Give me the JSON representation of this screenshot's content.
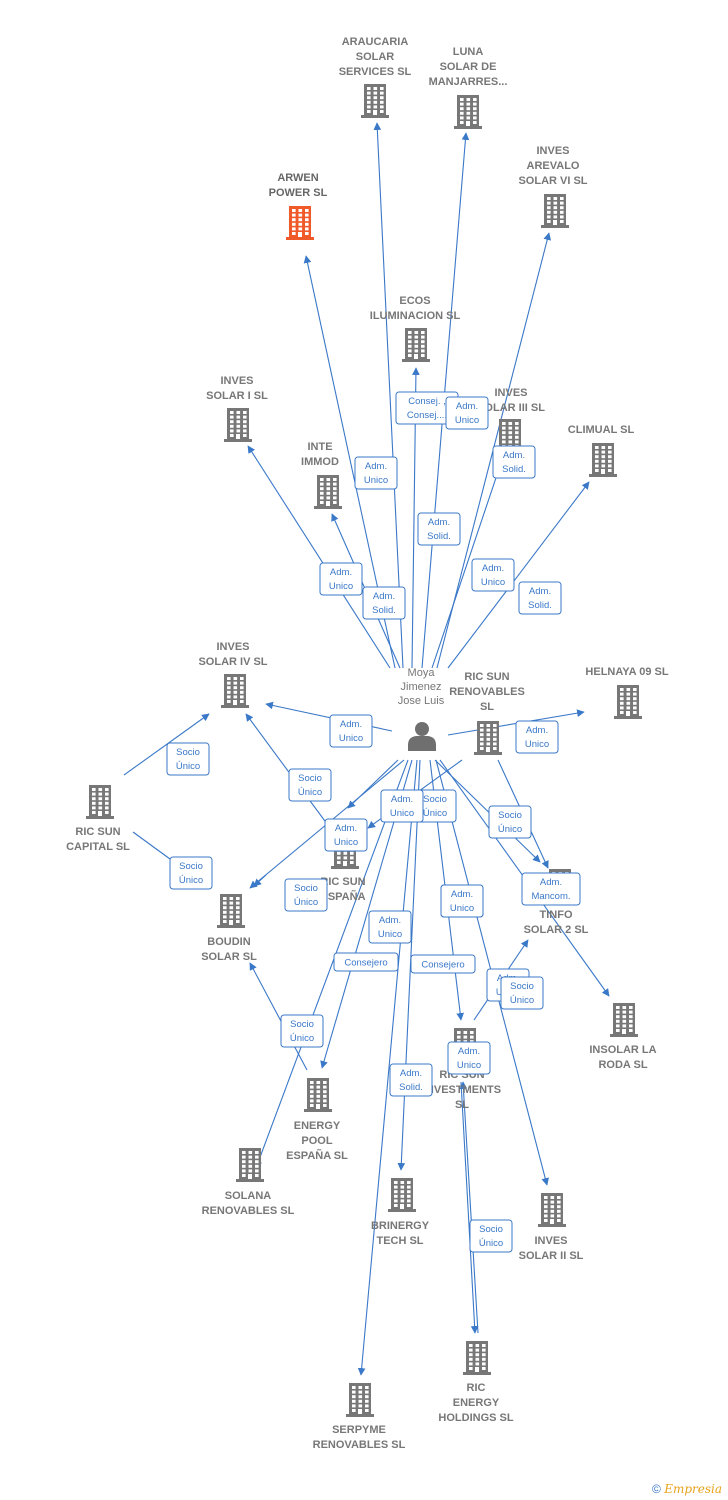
{
  "person": {
    "id": "moya",
    "lines": [
      "Moya",
      "Jimenez",
      "Jose Luis"
    ]
  },
  "companies": [
    {
      "id": "araucaria",
      "lines": [
        "ARAUCARIA",
        "SOLAR",
        "SERVICES SL"
      ],
      "highlight": false
    },
    {
      "id": "luna",
      "lines": [
        "LUNA",
        "SOLAR DE",
        "MANJARRES..."
      ],
      "highlight": false
    },
    {
      "id": "arwen",
      "lines": [
        "ARWEN",
        "POWER  SL"
      ],
      "highlight": true
    },
    {
      "id": "arevalo",
      "lines": [
        "INVES",
        "AREVALO",
        "SOLAR VI SL"
      ],
      "highlight": false
    },
    {
      "id": "ecos",
      "lines": [
        "ECOS",
        "ILUMINACION SL"
      ],
      "highlight": false
    },
    {
      "id": "inves1",
      "lines": [
        "INVES",
        "SOLAR I SL"
      ],
      "highlight": false
    },
    {
      "id": "inves3",
      "lines": [
        "INVES",
        "SOLAR III SL"
      ],
      "highlight": false
    },
    {
      "id": "climual",
      "lines": [
        "CLIMUAL SL"
      ],
      "highlight": false
    },
    {
      "id": "inte",
      "lines": [
        "INTE",
        "IMMOD"
      ],
      "highlight": false
    },
    {
      "id": "inves4",
      "lines": [
        "INVES",
        "SOLAR IV SL"
      ],
      "highlight": false
    },
    {
      "id": "ricsunren",
      "lines": [
        "RIC SUN",
        "RENOVABLES",
        "SL"
      ],
      "highlight": false
    },
    {
      "id": "helnaya",
      "lines": [
        "HELNAYA 09 SL"
      ],
      "highlight": false
    },
    {
      "id": "capital",
      "lines": [
        "RIC SUN",
        "CAPITAL  SL"
      ],
      "highlight": false
    },
    {
      "id": "espana",
      "lines": [
        "RIC SUN",
        "ESPAÑA"
      ],
      "highlight": false
    },
    {
      "id": "tinfo",
      "lines": [
        "TINFO",
        "SOLAR 2 SL"
      ],
      "highlight": false
    },
    {
      "id": "boudin",
      "lines": [
        "BOUDIN",
        "SOLAR SL"
      ],
      "highlight": false
    },
    {
      "id": "insolar",
      "lines": [
        "INSOLAR LA",
        "RODA  SL"
      ],
      "highlight": false
    },
    {
      "id": "investments",
      "lines": [
        "RIC SUN",
        "INVESTMENTS",
        "SL"
      ],
      "highlight": false
    },
    {
      "id": "energy",
      "lines": [
        "ENERGY",
        "POOL",
        "ESPAÑA  SL"
      ],
      "highlight": false
    },
    {
      "id": "solana",
      "lines": [
        "SOLANA",
        "RENOVABLES SL"
      ],
      "highlight": false
    },
    {
      "id": "brinergy",
      "lines": [
        "BRINERGY",
        "TECH  SL"
      ],
      "highlight": false
    },
    {
      "id": "inves2",
      "lines": [
        "INVES",
        "SOLAR II SL"
      ],
      "highlight": false
    },
    {
      "id": "holdings",
      "lines": [
        "RIC",
        "ENERGY",
        "HOLDINGS  SL"
      ],
      "highlight": false
    },
    {
      "id": "serpyme",
      "lines": [
        "SERPYME",
        "RENOVABLES SL"
      ],
      "highlight": false
    }
  ],
  "relations": [
    {
      "from": "moya",
      "to": "araucaria",
      "label": [
        "Consej. ,",
        "Consej...."
      ]
    },
    {
      "from": "moya",
      "to": "luna",
      "label": [
        "Adm.",
        "Unico"
      ]
    },
    {
      "from": "moya",
      "to": "arwen",
      "label": [
        "Adm.",
        "Unico"
      ]
    },
    {
      "from": "moya",
      "to": "arevalo",
      "label": [
        "Adm.",
        "Solid."
      ]
    },
    {
      "from": "moya",
      "to": "ecos",
      "label": [
        "Adm.",
        "Solid."
      ]
    },
    {
      "from": "moya",
      "to": "inves1",
      "label": [
        "Adm.",
        "Unico"
      ]
    },
    {
      "from": "moya",
      "to": "inves3",
      "label": [
        "Adm.",
        "Unico"
      ]
    },
    {
      "from": "moya",
      "to": "climual",
      "label": [
        "Adm.",
        "Solid."
      ]
    },
    {
      "from": "moya",
      "to": "inte",
      "label": [
        "Adm.",
        "Solid."
      ]
    },
    {
      "from": "moya",
      "to": "inves4",
      "label": [
        "Adm.",
        "Unico"
      ]
    },
    {
      "from": "moya",
      "to": "helnaya",
      "label": [
        "Adm.",
        "Unico"
      ]
    },
    {
      "from": "capital",
      "to": "inves4",
      "label": [
        "Socio",
        "Único"
      ]
    },
    {
      "from": "espana",
      "to": "inves4",
      "label": [
        "Socio",
        "Único"
      ]
    },
    {
      "from": "capital",
      "to": "boudin",
      "label": [
        "Socio",
        "Único"
      ]
    },
    {
      "from": "moya",
      "to": "espana",
      "label": [
        "Adm.",
        "Unico"
      ]
    },
    {
      "from": "ricsunren",
      "to": "espana",
      "label": [
        "Socio",
        "Único"
      ]
    },
    {
      "from": "moya",
      "to": "boudin",
      "label": [
        "Adm.",
        "Unico"
      ]
    },
    {
      "from": "espana",
      "to": "boudin",
      "label": [
        "Socio",
        "Único"
      ]
    },
    {
      "from": "moya",
      "to": "tinfo",
      "label": [
        "Adm.",
        "Mancom."
      ]
    },
    {
      "from": "ricsunren",
      "to": "tinfo",
      "label": [
        "Socio",
        "Único"
      ]
    },
    {
      "from": "moya",
      "to": "insolar",
      "label": [
        "Adm.",
        "Unico"
      ]
    },
    {
      "from": "moya",
      "to": "investments",
      "label": [
        "Adm.",
        "Unico"
      ]
    },
    {
      "from": "moya",
      "to": "energy",
      "label": [
        "Adm.",
        "Unico"
      ]
    },
    {
      "from": "energy",
      "to": "boudin",
      "label": [
        "Socio",
        "Único"
      ]
    },
    {
      "from": "moya",
      "to": "solana",
      "label": [
        "Consejero"
      ]
    },
    {
      "from": "moya",
      "to": "brinergy",
      "label": [
        "Consejero"
      ]
    },
    {
      "from": "moya",
      "to": "inves2",
      "label": [
        "Adm.",
        "Unico"
      ]
    },
    {
      "from": "investments",
      "to": "tinfo",
      "label": [
        "Socio",
        "Único"
      ]
    },
    {
      "from": "moya",
      "to": "serpyme",
      "label": [
        "Adm.",
        "Solid."
      ]
    },
    {
      "from": "investments",
      "to": "holdings",
      "label": [
        "Socio",
        "Único"
      ]
    },
    {
      "from": "holdings",
      "to": "investments",
      "label": [
        "Adm.",
        "Unico"
      ]
    }
  ],
  "footer": {
    "copyright": "©",
    "brand": "Empresia"
  },
  "colors": {
    "edge": "#3a78c8",
    "company": "#777777",
    "highlight": "#f05a28",
    "person": "#6f6f6f"
  }
}
